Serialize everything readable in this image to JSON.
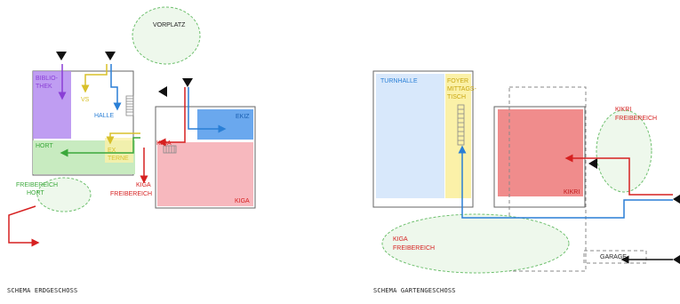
{
  "left": {
    "caption": "SCHEMA ERDGESCHOSS",
    "labels": {
      "vorplatz": "VORPLATZ",
      "bibliothek_1": "BIBLIO-",
      "bibliothek_2": "THEK",
      "vs": "VS",
      "halle": "HALLE",
      "hort": "HORT",
      "externe_1": "EX",
      "externe_2": "TERNE",
      "ekiz": "EKIZ",
      "kiga_entry": "KIGA",
      "kiga": "KIGA",
      "freibereich_hort_1": "FREIBEREICH",
      "freibereich_hort_2": "HORT",
      "kiga_freibereich_1": "KIGA",
      "kiga_freibereich_2": "FREIBEREICH"
    }
  },
  "right": {
    "caption": "SCHEMA GARTENGESCHOSS",
    "labels": {
      "turnhalle": "TURNHALLE",
      "foyer_1": "FOYER",
      "foyer_2": "MITTAGS-",
      "foyer_3": "TISCH",
      "kikri": "KIKRI",
      "kikri_freibereich_1": "KIKRI",
      "kikri_freibereich_2": "FREIBEREICH",
      "kiga_freibereich_1": "KIGA",
      "kiga_freibereich_2": "FREIBEREICH",
      "garage": "GARAGE"
    }
  },
  "colors": {
    "purple": "#b48cf0",
    "purple_text": "#8a3fd6",
    "yellow": "#d8c02a",
    "yellow_fill": "#fbf1a8",
    "blue": "#2a7fd6",
    "blue_fill": "#6aa8ee",
    "light_blue_fill": "#d8e8fb",
    "green": "#3aa83a",
    "green_fill": "#c8ebc0",
    "red": "#d62020",
    "pink_fill": "#f7b8be",
    "kikri_fill": "#f08c8c",
    "dashed_green": "#6fc06f",
    "green_area_fill": "#e6f6e2",
    "outline": "#555555"
  }
}
